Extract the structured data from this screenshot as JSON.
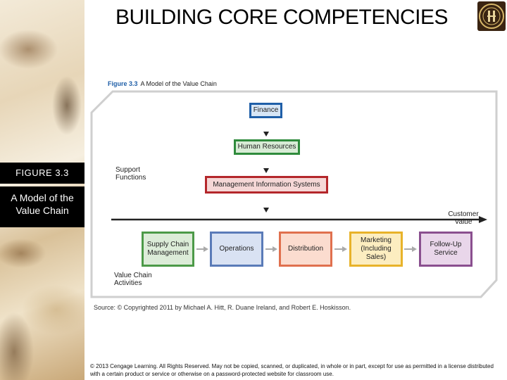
{
  "slide": {
    "title": "BUILDING CORE COMPETENCIES",
    "figure_number": "FIGURE 3.3",
    "figure_title": "A Model of the Value Chain"
  },
  "figure": {
    "caption_number": "Figure 3.3",
    "caption_title": "A Model of the Value Chain",
    "support_label": "Support Functions",
    "activities_label": "Value Chain Activities",
    "customer_label": "Customer Value",
    "support_functions": [
      {
        "label": "Finance",
        "color": "#1f5fa8"
      },
      {
        "label": "Human Resources",
        "color": "#2f8b3c"
      },
      {
        "label": "Management Information Systems",
        "color": "#b4272b"
      }
    ],
    "activities": [
      {
        "label": "Supply Chain Management",
        "color": "#4c9a48"
      },
      {
        "label": "Operations",
        "color": "#5a7bb8"
      },
      {
        "label": "Distribution",
        "color": "#e0704e"
      },
      {
        "label": "Marketing (Including Sales)",
        "color": "#e8b32a"
      },
      {
        "label": "Follow-Up Service",
        "color": "#8a4f8f"
      }
    ],
    "source": "Source: © Copyrighted 2011 by Michael A. Hitt, R. Duane Ireland, and Robert E. Hoskisson."
  },
  "footer": {
    "copyright": "© 2013 Cengage Learning. All Rights Reserved. May not be copied, scanned, or duplicated, in whole or in part, except for use as permitted in a license distributed with a certain product or service or otherwise on a password-protected website for classroom use."
  }
}
